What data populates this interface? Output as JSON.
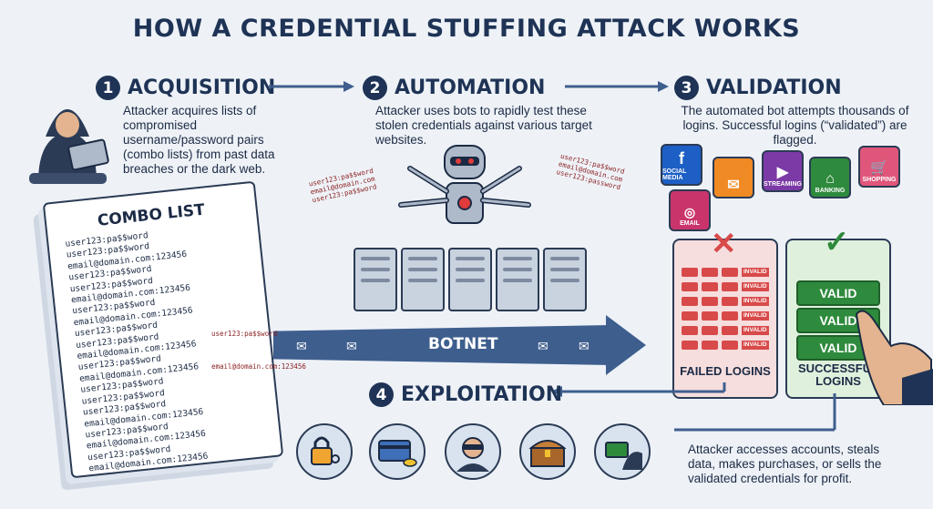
{
  "title": "HOW A CREDENTIAL STUFFING ATTACK WORKS",
  "steps": [
    {
      "num": "1",
      "label": "ACQUISITION",
      "text": "Attacker acquires lists of compromised username/password pairs (combo lists) from past data breaches or the dark web."
    },
    {
      "num": "2",
      "label": "AUTOMATION",
      "text": "Attacker uses bots to rapidly test these stolen credentials against various target websites."
    },
    {
      "num": "3",
      "label": "VALIDATION",
      "text": "The automated bot attempts thousands of logins. Successful logins (“validated”) are flagged."
    },
    {
      "num": "4",
      "label": "EXPLOITATION",
      "text": "Attacker accesses accounts, steals data, makes purchases, or sells the validated credentials for profit."
    }
  ],
  "combo_list": {
    "title": "COMBO LIST",
    "lines": [
      "user123:pa$$word",
      "user123:pa$$word",
      "email@domain.com:123456",
      "user123:pa$$word",
      "user123:pa$$word",
      "email@domain.com:123456",
      "user123:pa$$word",
      "email@domain.com:123456",
      "user123:pa$$word",
      "user123:pa$$word",
      "email@domain.com:123456",
      "user123:pa$$word",
      "email@domain.com:123456",
      "user123:pa$$word",
      "user123:pa$$word",
      "user123:pa$$word",
      "email@domain.com:123456",
      "user123:pa$$word",
      "email@domain.com:123456",
      "user123:pa$$word",
      "email@domain.com:123456"
    ]
  },
  "bot_left_creds": [
    "user123:pa$$word",
    "email@domain.com",
    "user123:pa$$word"
  ],
  "bot_right_creds": [
    "user123:pa$$word",
    "email@domain.com",
    "user123:password"
  ],
  "stream_creds": [
    "user123:pa$$word",
    "email@domain.com:123456"
  ],
  "botnet_label": "BOTNET",
  "sites": [
    {
      "label": "SOCIAL MEDIA",
      "icon": "f",
      "color": "#1d5fc4"
    },
    {
      "label": "",
      "icon": "✉",
      "color": "#f08a24"
    },
    {
      "label": "STREAMING",
      "icon": "▶",
      "color": "#7c3aa6"
    },
    {
      "label": "BANKING",
      "icon": "⌂",
      "color": "#2e8a3c"
    },
    {
      "label": "SHOPPING",
      "icon": "🛒",
      "color": "#e0567a"
    },
    {
      "label": "EMAIL",
      "icon": "◎",
      "color": "#c9356b"
    }
  ],
  "failed": {
    "title": "FAILED LOGINS",
    "tag": "INVALID",
    "mark": "✕"
  },
  "success": {
    "title": "SUCCESSFUL LOGINS",
    "pill": "VALID",
    "mark": "✓"
  },
  "colors": {
    "navy": "#1e3355",
    "red": "#d84a4a",
    "green": "#2e8a3c",
    "arrow": "#3e5e8e"
  }
}
